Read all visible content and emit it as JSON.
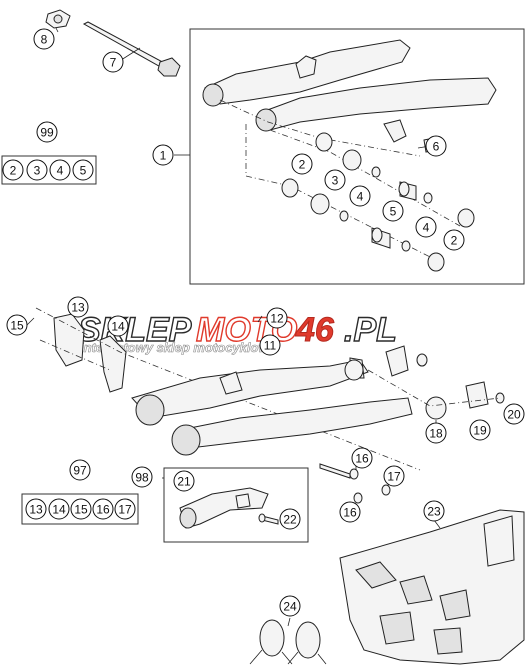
{
  "watermark": {
    "part1": "SKLEP",
    "part2": "MOTO",
    "part3": "46",
    "part4": ".PL",
    "subtitle": "internetowy sklep motocyklowy",
    "colors": {
      "outline": "#2b2b2b",
      "accent": "#e03a2c",
      "fill": "#ffffff"
    }
  },
  "callouts": [
    {
      "id": "c8",
      "label": "8"
    },
    {
      "id": "c7",
      "label": "7"
    },
    {
      "id": "c99",
      "label": "99"
    },
    {
      "id": "c99_2",
      "label": "2"
    },
    {
      "id": "c99_3",
      "label": "3"
    },
    {
      "id": "c99_4",
      "label": "4"
    },
    {
      "id": "c99_5",
      "label": "5"
    },
    {
      "id": "c1",
      "label": "1"
    },
    {
      "id": "c6",
      "label": "6"
    },
    {
      "id": "c2a",
      "label": "2"
    },
    {
      "id": "c3",
      "label": "3"
    },
    {
      "id": "c4a",
      "label": "4"
    },
    {
      "id": "c5",
      "label": "5"
    },
    {
      "id": "c4b",
      "label": "4"
    },
    {
      "id": "c2b",
      "label": "2"
    },
    {
      "id": "c13",
      "label": "13"
    },
    {
      "id": "c15",
      "label": "15"
    },
    {
      "id": "c14",
      "label": "14"
    },
    {
      "id": "c12",
      "label": "12"
    },
    {
      "id": "c11",
      "label": "11"
    },
    {
      "id": "c18",
      "label": "18"
    },
    {
      "id": "c19",
      "label": "19"
    },
    {
      "id": "c20",
      "label": "20"
    },
    {
      "id": "c16a",
      "label": "16"
    },
    {
      "id": "c17",
      "label": "17"
    },
    {
      "id": "c16b",
      "label": "16"
    },
    {
      "id": "c97",
      "label": "97"
    },
    {
      "id": "c97_13",
      "label": "13"
    },
    {
      "id": "c97_14",
      "label": "14"
    },
    {
      "id": "c97_15",
      "label": "15"
    },
    {
      "id": "c97_16",
      "label": "16"
    },
    {
      "id": "c97_17",
      "label": "17"
    },
    {
      "id": "c98",
      "label": "98"
    },
    {
      "id": "c21",
      "label": "21"
    },
    {
      "id": "c22",
      "label": "22"
    },
    {
      "id": "c23",
      "label": "23"
    },
    {
      "id": "c24",
      "label": "24"
    }
  ]
}
